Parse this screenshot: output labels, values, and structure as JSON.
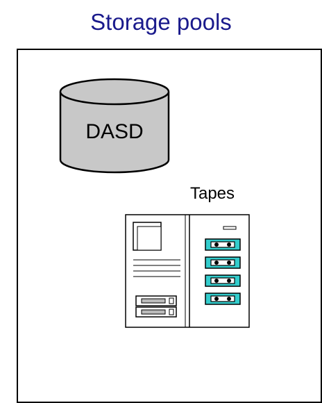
{
  "title": "Storage pools",
  "pool": {
    "dasd_label": "DASD",
    "tapes_label": "Tapes"
  },
  "colors": {
    "title": "#1a1a8c",
    "dasd_fill": "#c8c8c8",
    "tape_cartridge": "#33cccc",
    "outline": "#000000"
  },
  "icons": {
    "dasd": "disk-cylinder-icon",
    "tapes": "tape-library-icon"
  }
}
